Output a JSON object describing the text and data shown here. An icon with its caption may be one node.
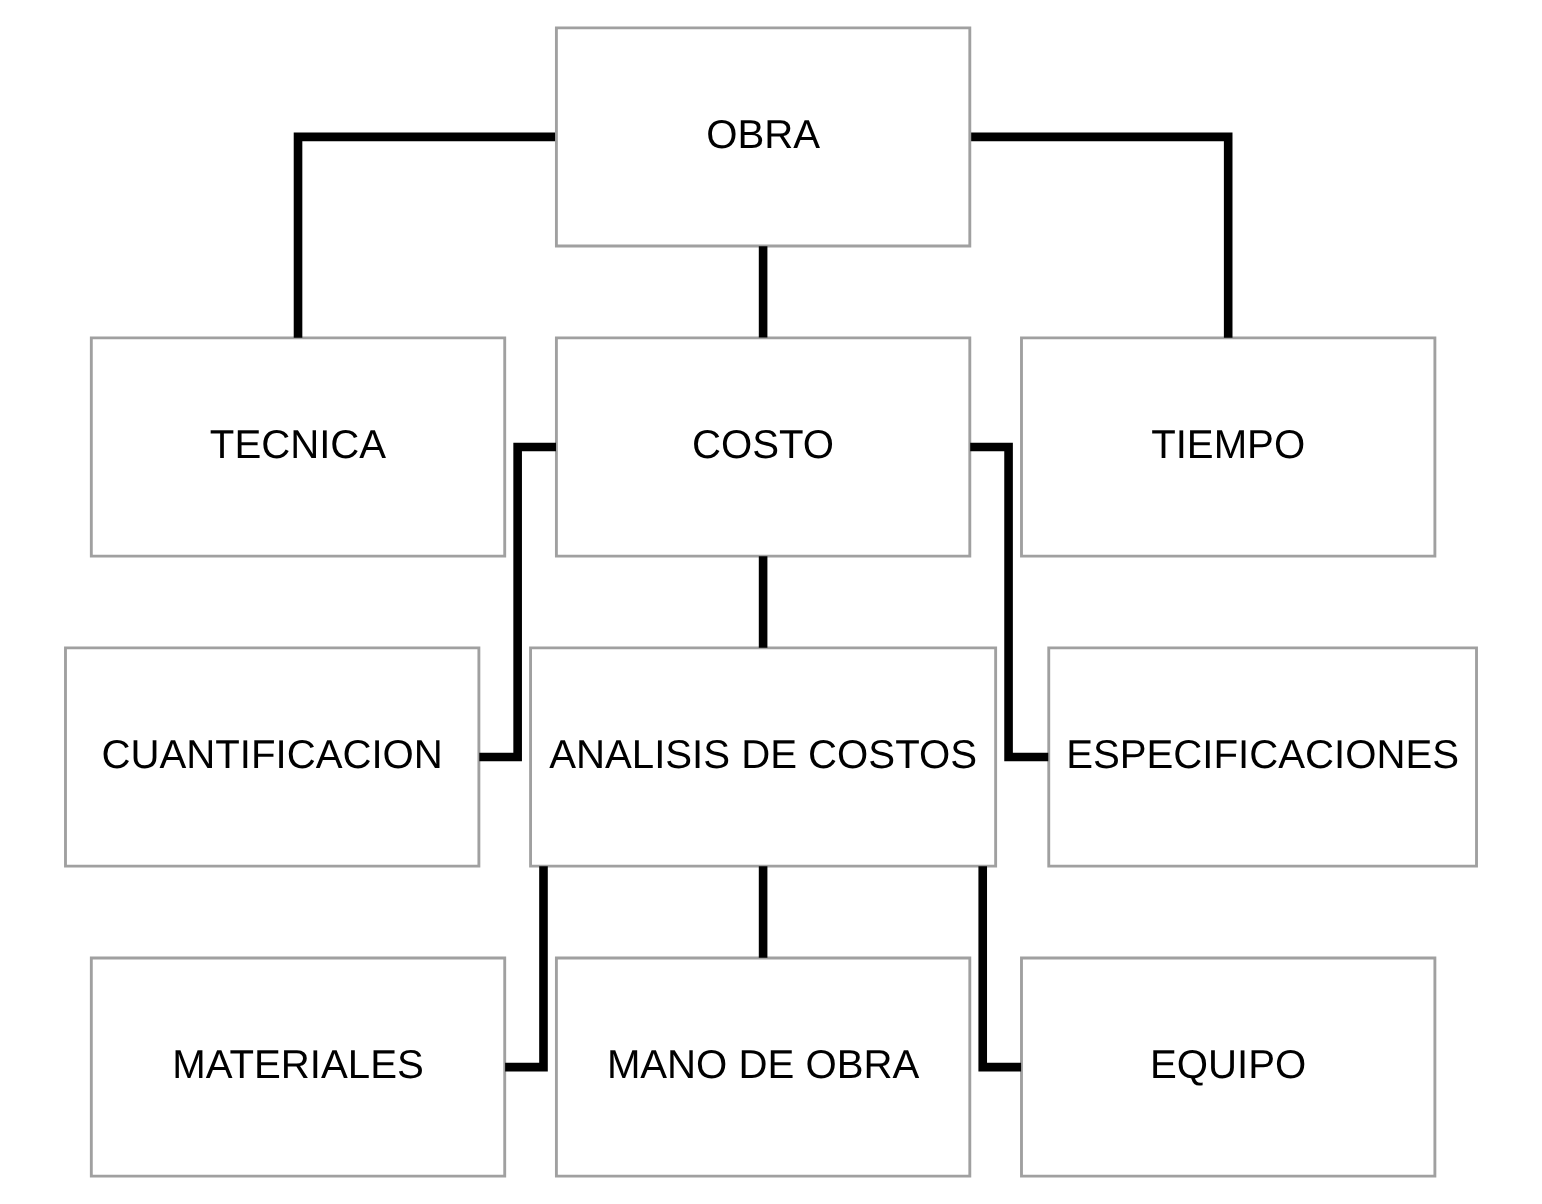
{
  "diagram": {
    "nodes": [
      {
        "text": [
          "OBRA"
        ]
      },
      {
        "text": [
          "TECNICA"
        ]
      },
      {
        "text": [
          "COSTO"
        ]
      },
      {
        "text": [
          "TIEMPO"
        ]
      },
      {
        "text": [
          "CUANTIFICACION"
        ]
      },
      {
        "text": [
          "ANALISIS DE COSTOS"
        ]
      },
      {
        "text": [
          "ESPECIFICACIONES"
        ]
      },
      {
        "text": [
          "MATERIALES"
        ]
      },
      {
        "text": [
          "MANO DE OBRA"
        ]
      },
      {
        "text": [
          "EQUIPO"
        ]
      }
    ],
    "edges": [
      {
        "from": 0,
        "to": 1,
        "arrow": "none"
      },
      {
        "from": 0,
        "to": 2,
        "arrow": "none"
      },
      {
        "from": 0,
        "to": 3,
        "arrow": "none"
      },
      {
        "from": 2,
        "to": 4,
        "arrow": "none"
      },
      {
        "from": 2,
        "to": 5,
        "arrow": "none"
      },
      {
        "from": 2,
        "to": 6,
        "arrow": "none"
      },
      {
        "from": 5,
        "to": 7,
        "arrow": "none"
      },
      {
        "from": 5,
        "to": 8,
        "arrow": "none"
      },
      {
        "from": 5,
        "to": 9,
        "arrow": "none"
      }
    ]
  }
}
